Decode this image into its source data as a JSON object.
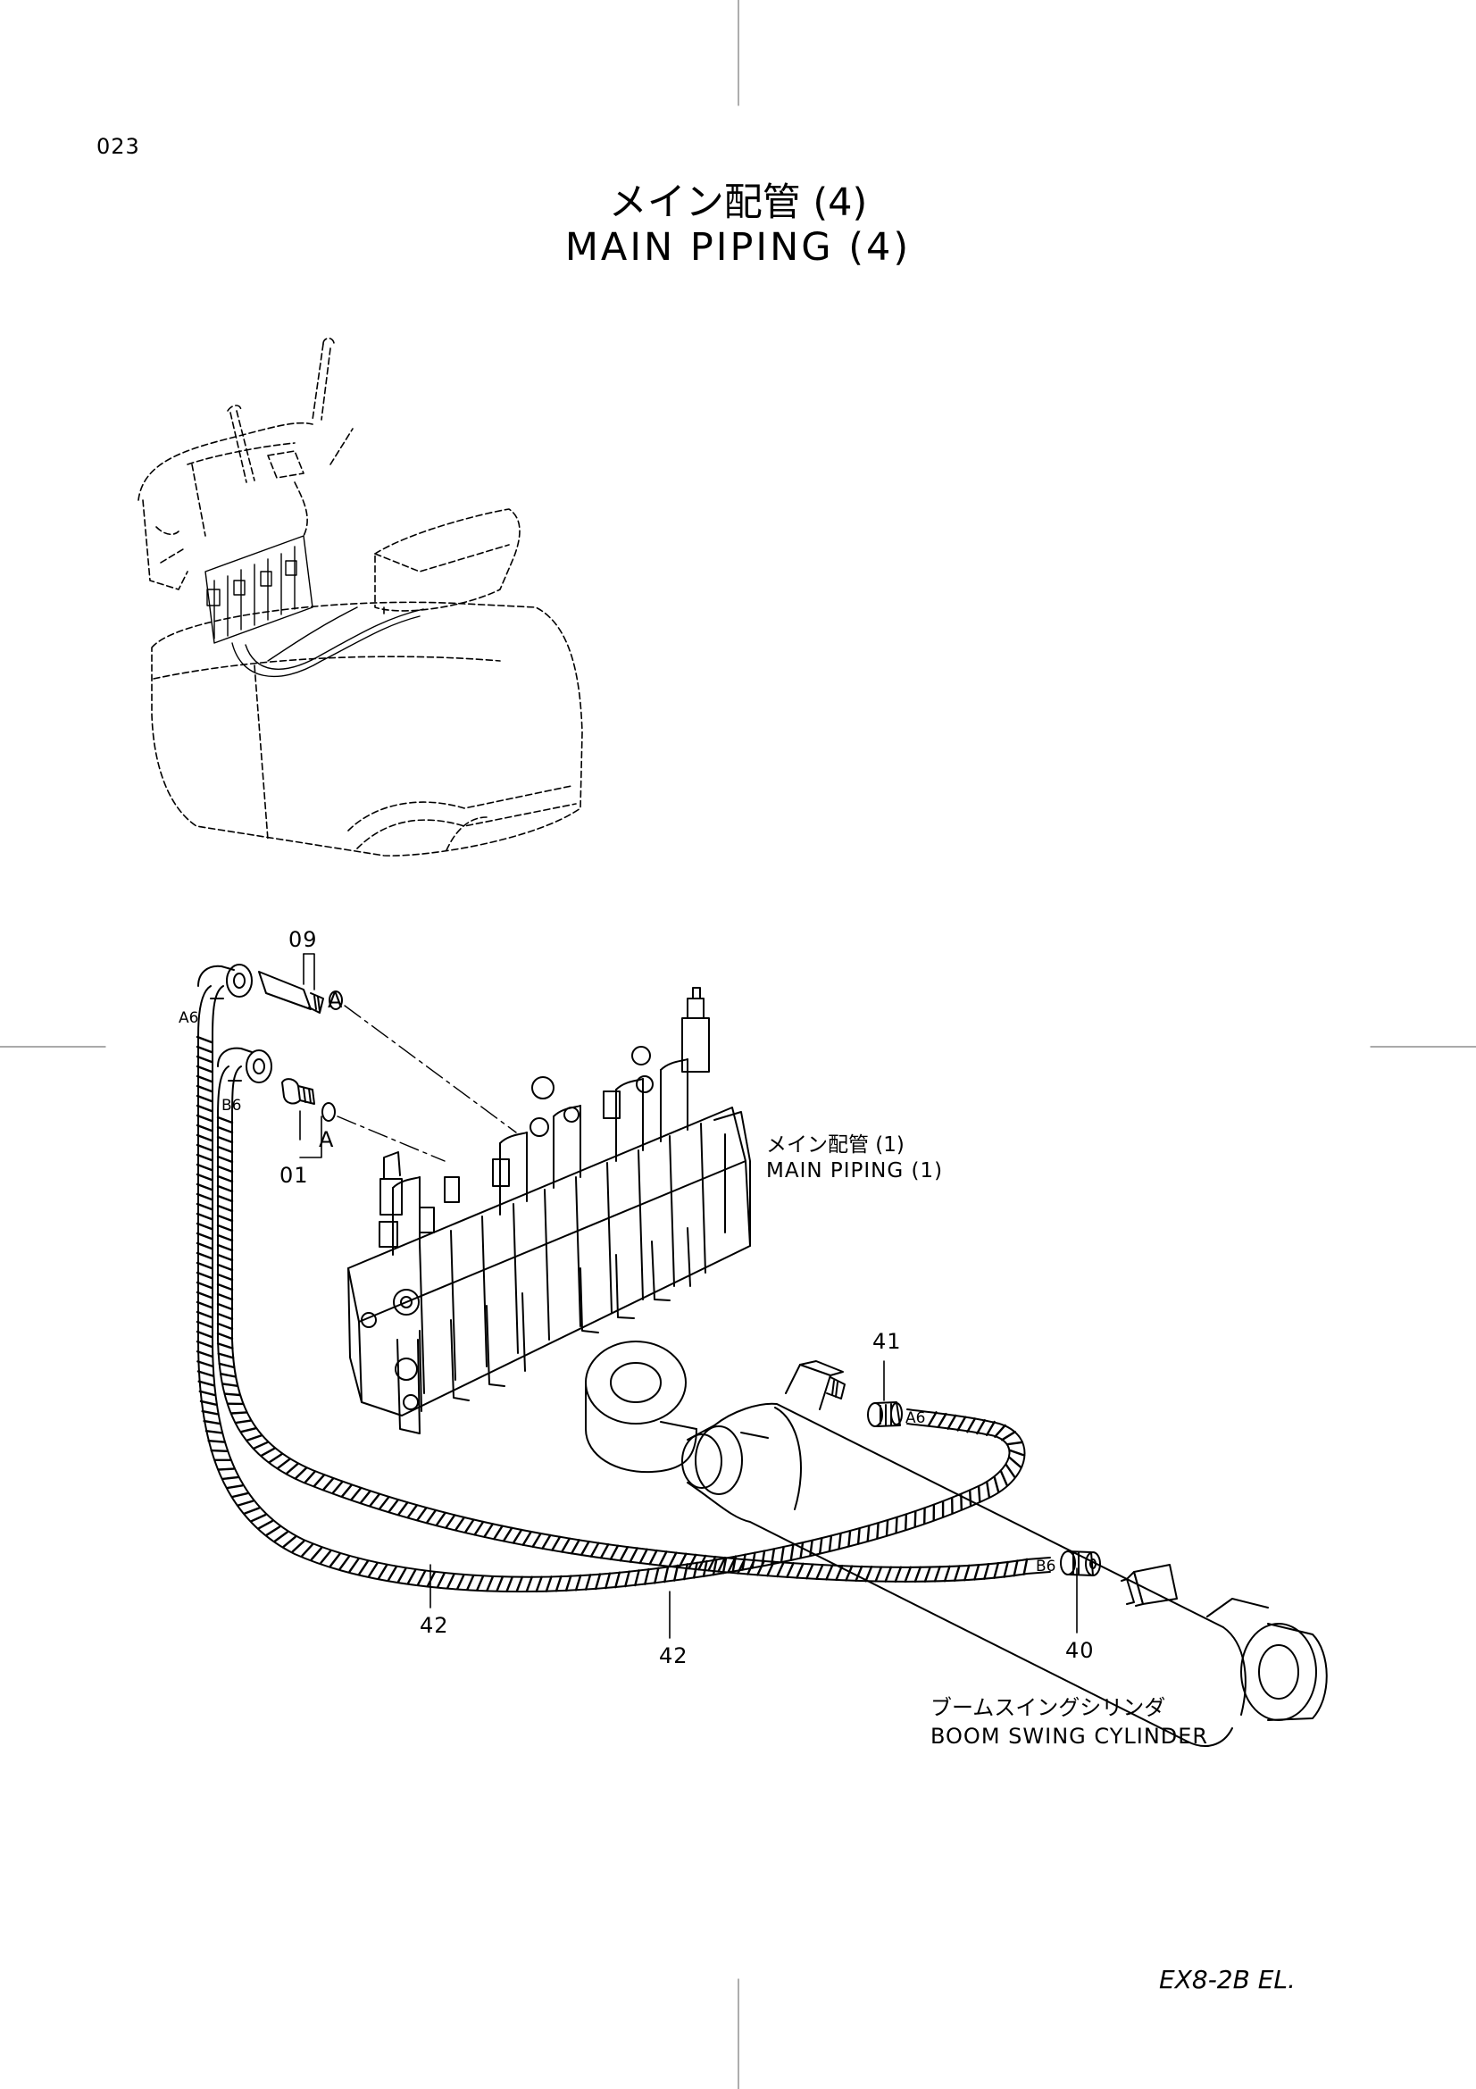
{
  "page": {
    "number": "023",
    "title_jp": "メイン配管 (4)",
    "title_en": "MAIN PIPING (4)",
    "model": "EX8-2B EL."
  },
  "references": {
    "main_piping_jp": "メイン配管 (1)",
    "main_piping_en": "MAIN PIPING (1)",
    "cylinder_jp": "ブームスイングシリンダ",
    "cylinder_en": "BOOM SWING CYLINDER"
  },
  "callouts": {
    "p09": "09",
    "p01": "01",
    "p41": "41",
    "p40": "40",
    "p42a": "42",
    "p42b": "42",
    "detail_a1": "A",
    "detail_a2": "A"
  },
  "ports": {
    "a6_left": "A6",
    "b6_left": "B6",
    "a6_right": "A6",
    "b6_right": "B6"
  }
}
